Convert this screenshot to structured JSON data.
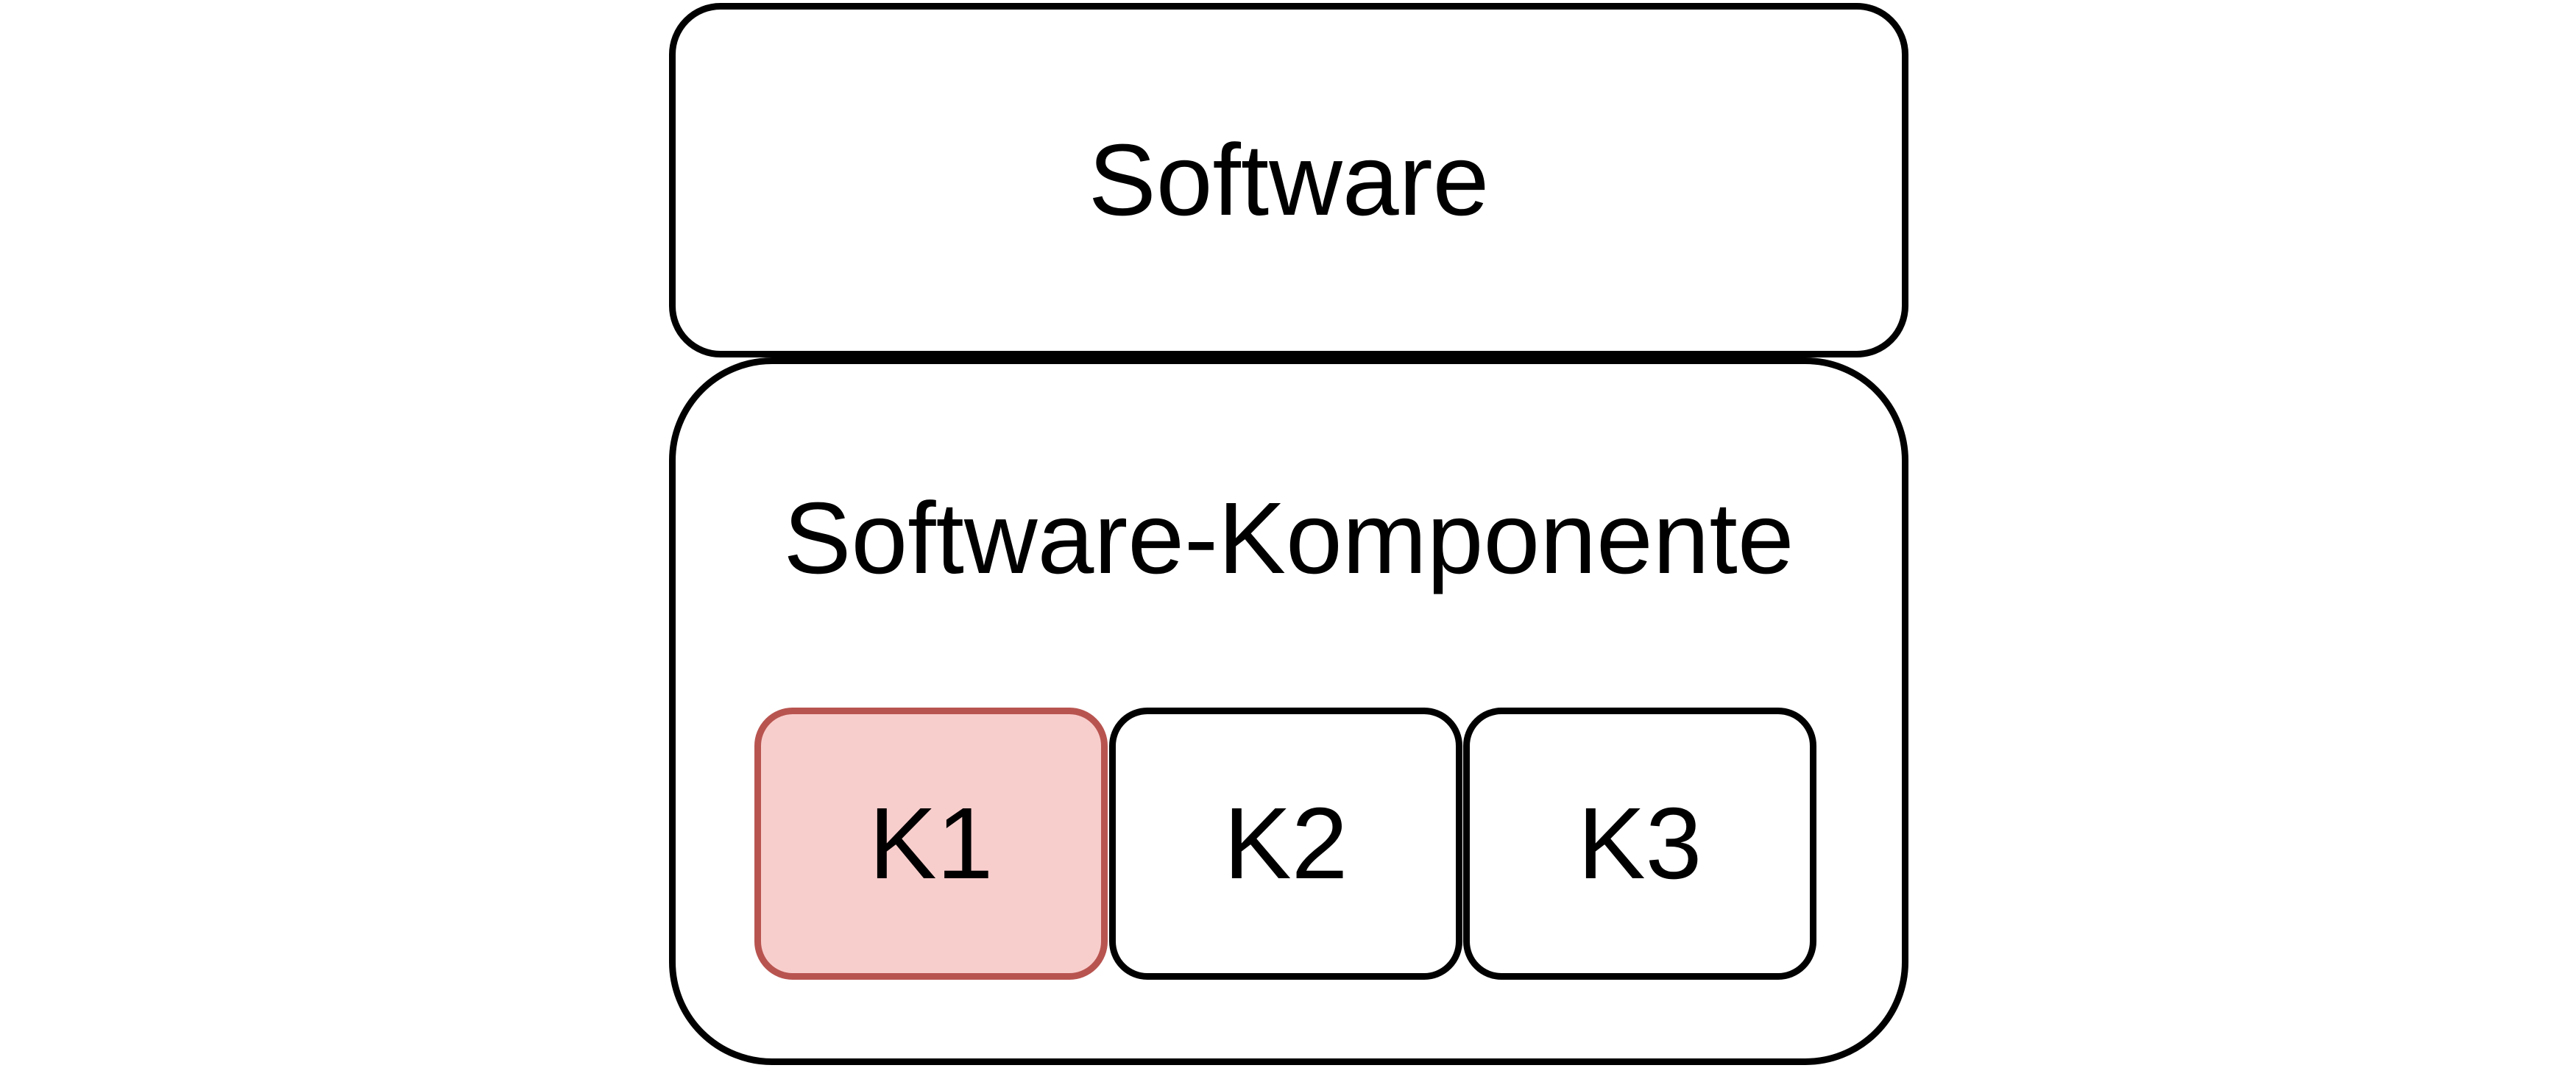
{
  "diagram": {
    "software": {
      "label": "Software"
    },
    "component": {
      "label": "Software-Komponente",
      "subcomponents": [
        {
          "label": "K1",
          "fill_color": "#f8cecc",
          "stroke_color": "#b85450",
          "highlighted": true
        },
        {
          "label": "K2",
          "fill_color": "#ffffff",
          "stroke_color": "#000000",
          "highlighted": false
        },
        {
          "label": "K3",
          "fill_color": "#ffffff",
          "stroke_color": "#000000",
          "highlighted": false
        }
      ]
    }
  }
}
